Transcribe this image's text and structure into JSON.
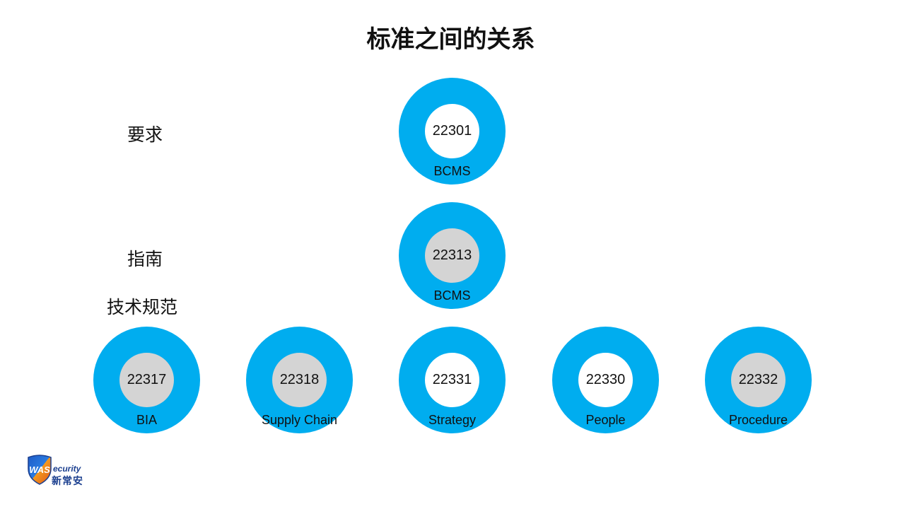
{
  "title": "标准之间的关系",
  "row_labels": {
    "requirements": "要求",
    "guidance": "指南",
    "technical_specs": "技术规范"
  },
  "colors": {
    "ring": "#00adef",
    "hole_white": "#ffffff",
    "hole_grey": "#d4d4d4"
  },
  "nodes": {
    "n22301": {
      "code": "22301",
      "name": "BCMS",
      "hole": "white"
    },
    "n22313": {
      "code": "22313",
      "name": "BCMS",
      "hole": "grey"
    },
    "n22317": {
      "code": "22317",
      "name": "BIA",
      "hole": "grey"
    },
    "n22318": {
      "code": "22318",
      "name": "Supply Chain",
      "hole": "grey"
    },
    "n22331": {
      "code": "22331",
      "name": "Strategy",
      "hole": "white"
    },
    "n22330": {
      "code": "22330",
      "name": "People",
      "hole": "white"
    },
    "n22332": {
      "code": "22332",
      "name": "Procedure",
      "hole": "grey"
    }
  },
  "logo": {
    "mark": "WAS",
    "text": "ecurity",
    "chinese": "新常安"
  }
}
